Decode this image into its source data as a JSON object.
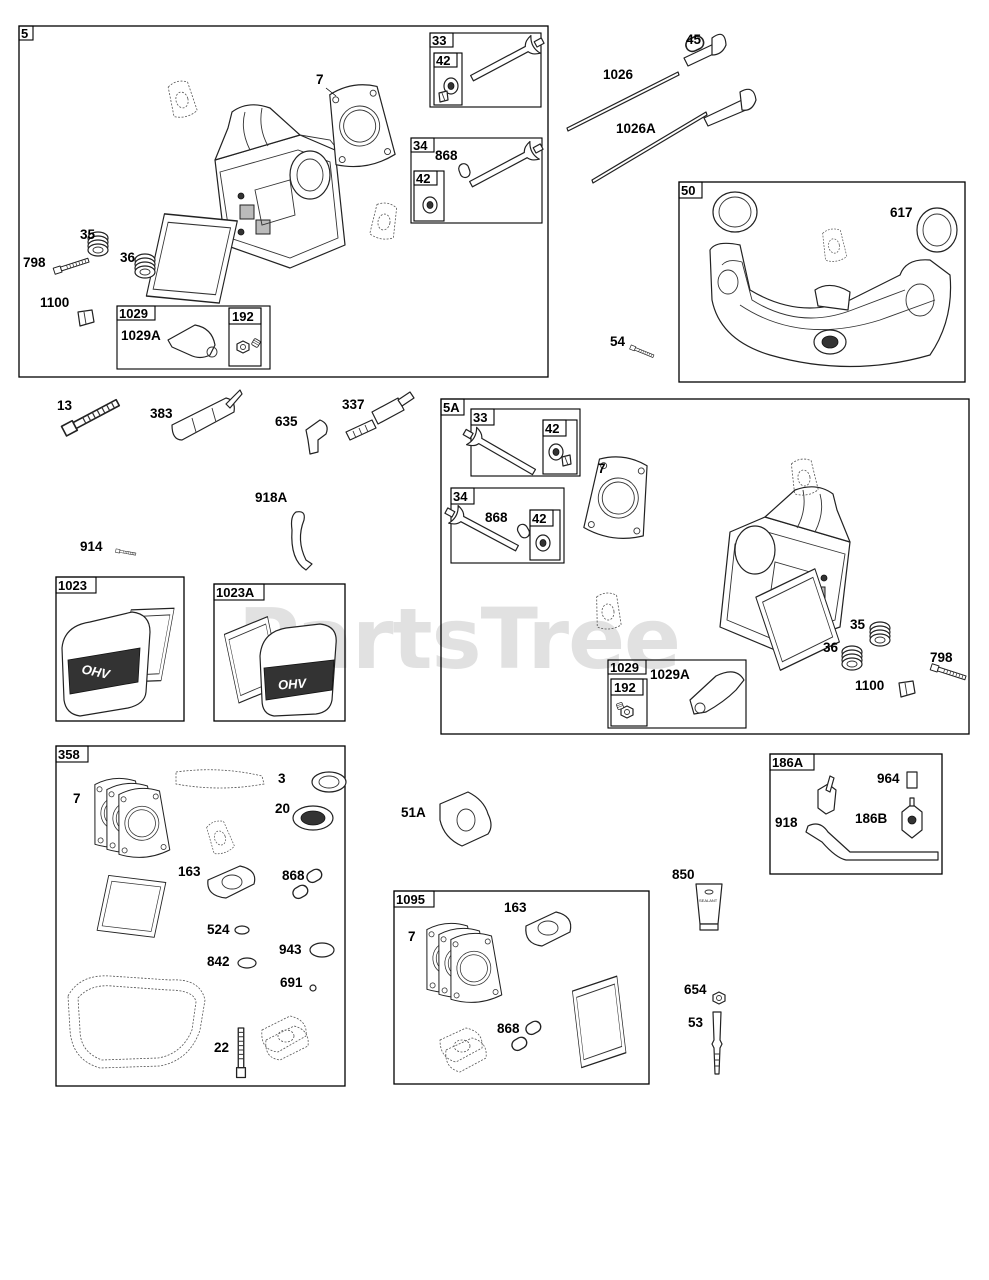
{
  "watermark": "PartsTree",
  "groups": {
    "g5": "5",
    "g33a": "33",
    "g42a": "42",
    "g34a": "34",
    "g42b": "42",
    "g1029a": "1029",
    "g192a": "192",
    "g50": "50",
    "g5A": "5A",
    "g33b": "33",
    "g42c": "42",
    "g34b": "34",
    "g42d": "42",
    "g1029b": "1029",
    "g192b": "192",
    "g1023": "1023",
    "g1023A": "1023A",
    "g358": "358",
    "g186A": "186A",
    "g1095": "1095"
  },
  "labels": {
    "p7a": "7",
    "p868a": "868",
    "p35a": "35",
    "p798a": "798",
    "p36a": "36",
    "p1100a": "1100",
    "p1029Aa": "1029A",
    "p45": "45",
    "p1026": "1026",
    "p1026A": "1026A",
    "p617": "617",
    "p54": "54",
    "p13": "13",
    "p383": "383",
    "p337": "337",
    "p635": "635",
    "p918A": "918A",
    "p914": "914",
    "p7b": "7",
    "p868b": "868",
    "p35b": "35",
    "p36b": "36",
    "p798b": "798",
    "p1100b": "1100",
    "p1029Ab": "1029A",
    "p7c": "7",
    "p3": "3",
    "p20": "20",
    "p163a": "163",
    "p868c": "868",
    "p524": "524",
    "p943": "943",
    "p842": "842",
    "p691": "691",
    "p22": "22",
    "p51A": "51A",
    "p964": "964",
    "p918": "918",
    "p186B": "186B",
    "p850": "850",
    "p163b": "163",
    "p7d": "7",
    "p868d": "868",
    "p654": "654",
    "p53": "53"
  },
  "cover_badge": "OHV",
  "tube_text": "SEALANT"
}
